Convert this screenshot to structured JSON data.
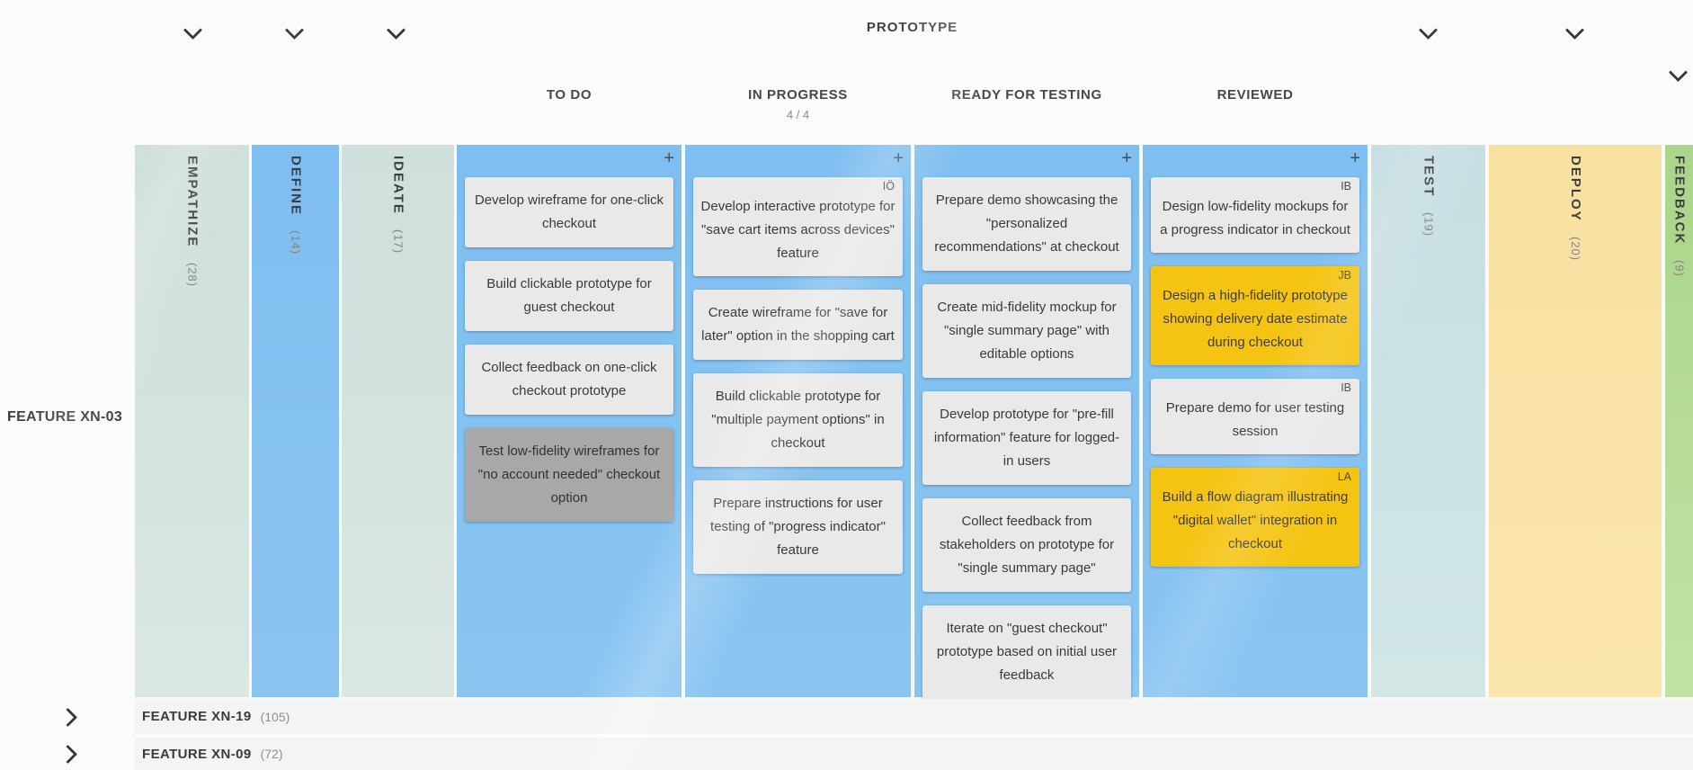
{
  "colors": {
    "column_blue": "#84c1f1",
    "column_teal": "#d2e1dd",
    "column_test": "#c9dfe2",
    "column_deploy": "#f8e2a5",
    "column_feedback": "#abd68c",
    "card_default": "#e9e9e9",
    "card_done": "#a8a8a8",
    "card_highlight": "#f5c413"
  },
  "phase_header": {
    "title": "PROTOTYPE"
  },
  "stage_headers": {
    "todo": {
      "label": "TO DO"
    },
    "in_progress": {
      "label": "IN PROGRESS",
      "wip": "4 / 4"
    },
    "ready_for_testing": {
      "label": "READY FOR TESTING"
    },
    "reviewed": {
      "label": "REVIEWED"
    }
  },
  "collapsed_stages": {
    "empathize": {
      "label": "EMPATHIZE",
      "count": "(28)"
    },
    "define": {
      "label": "DEFINE",
      "count": "(14)"
    },
    "ideate": {
      "label": "IDEATE",
      "count": "(17)"
    },
    "test": {
      "label": "TEST",
      "count": "(19)"
    },
    "deploy": {
      "label": "DEPLOY",
      "count": "(20)"
    },
    "feedback": {
      "label": "FEEDBACK",
      "count": "(9)"
    }
  },
  "swimlane": {
    "label": "FEATURE XN-03"
  },
  "stages": {
    "todo": {
      "add_label": "+",
      "cards": [
        {
          "text": "Develop wireframe for one-click checkout"
        },
        {
          "text": "Build clickable prototype for guest checkout"
        },
        {
          "text": "Collect feedback on one-click checkout prototype"
        },
        {
          "text": "Test low-fidelity wireframes for \"no account needed\" checkout option",
          "variant": "done"
        }
      ]
    },
    "in_progress": {
      "add_label": "+",
      "cards": [
        {
          "badge": "IÖ",
          "text": "Develop interactive prototype for \"save cart items across devices\" feature"
        },
        {
          "text": "Create wireframe for \"save for later\" option in the shopping cart"
        },
        {
          "text": "Build clickable prototype for \"multiple payment options\" in checkout"
        },
        {
          "text": "Prepare instructions for user testing of \"progress indicator\" feature"
        }
      ]
    },
    "ready_for_testing": {
      "add_label": "+",
      "cards": [
        {
          "text": "Prepare demo showcasing the \"personalized recommendations\" at checkout"
        },
        {
          "text": "Create mid-fidelity mockup for \"single summary page\" with editable options"
        },
        {
          "text": "Develop prototype for \"pre-fill information\" feature for logged-in users"
        },
        {
          "text": "Collect feedback from stakeholders on prototype for \"single summary page\""
        },
        {
          "text": "Iterate on \"guest checkout\" prototype based on initial user feedback"
        }
      ]
    },
    "reviewed": {
      "add_label": "+",
      "cards": [
        {
          "badge": "IB",
          "text": "Design low-fidelity mockups for a progress indicator in checkout"
        },
        {
          "badge": "JB",
          "text": "Design a high-fidelity prototype showing delivery date estimate during checkout",
          "variant": "highlight"
        },
        {
          "badge": "IB",
          "text": "Prepare demo for user testing session"
        },
        {
          "badge": "LA",
          "text": "Build a flow diagram illustrating \"digital wallet\" integration in checkout",
          "variant": "highlight"
        }
      ]
    }
  },
  "collapsed_lanes": [
    {
      "label": "FEATURE XN-19",
      "count": "(105)"
    },
    {
      "label": "FEATURE XN-09",
      "count": "(72)"
    }
  ]
}
